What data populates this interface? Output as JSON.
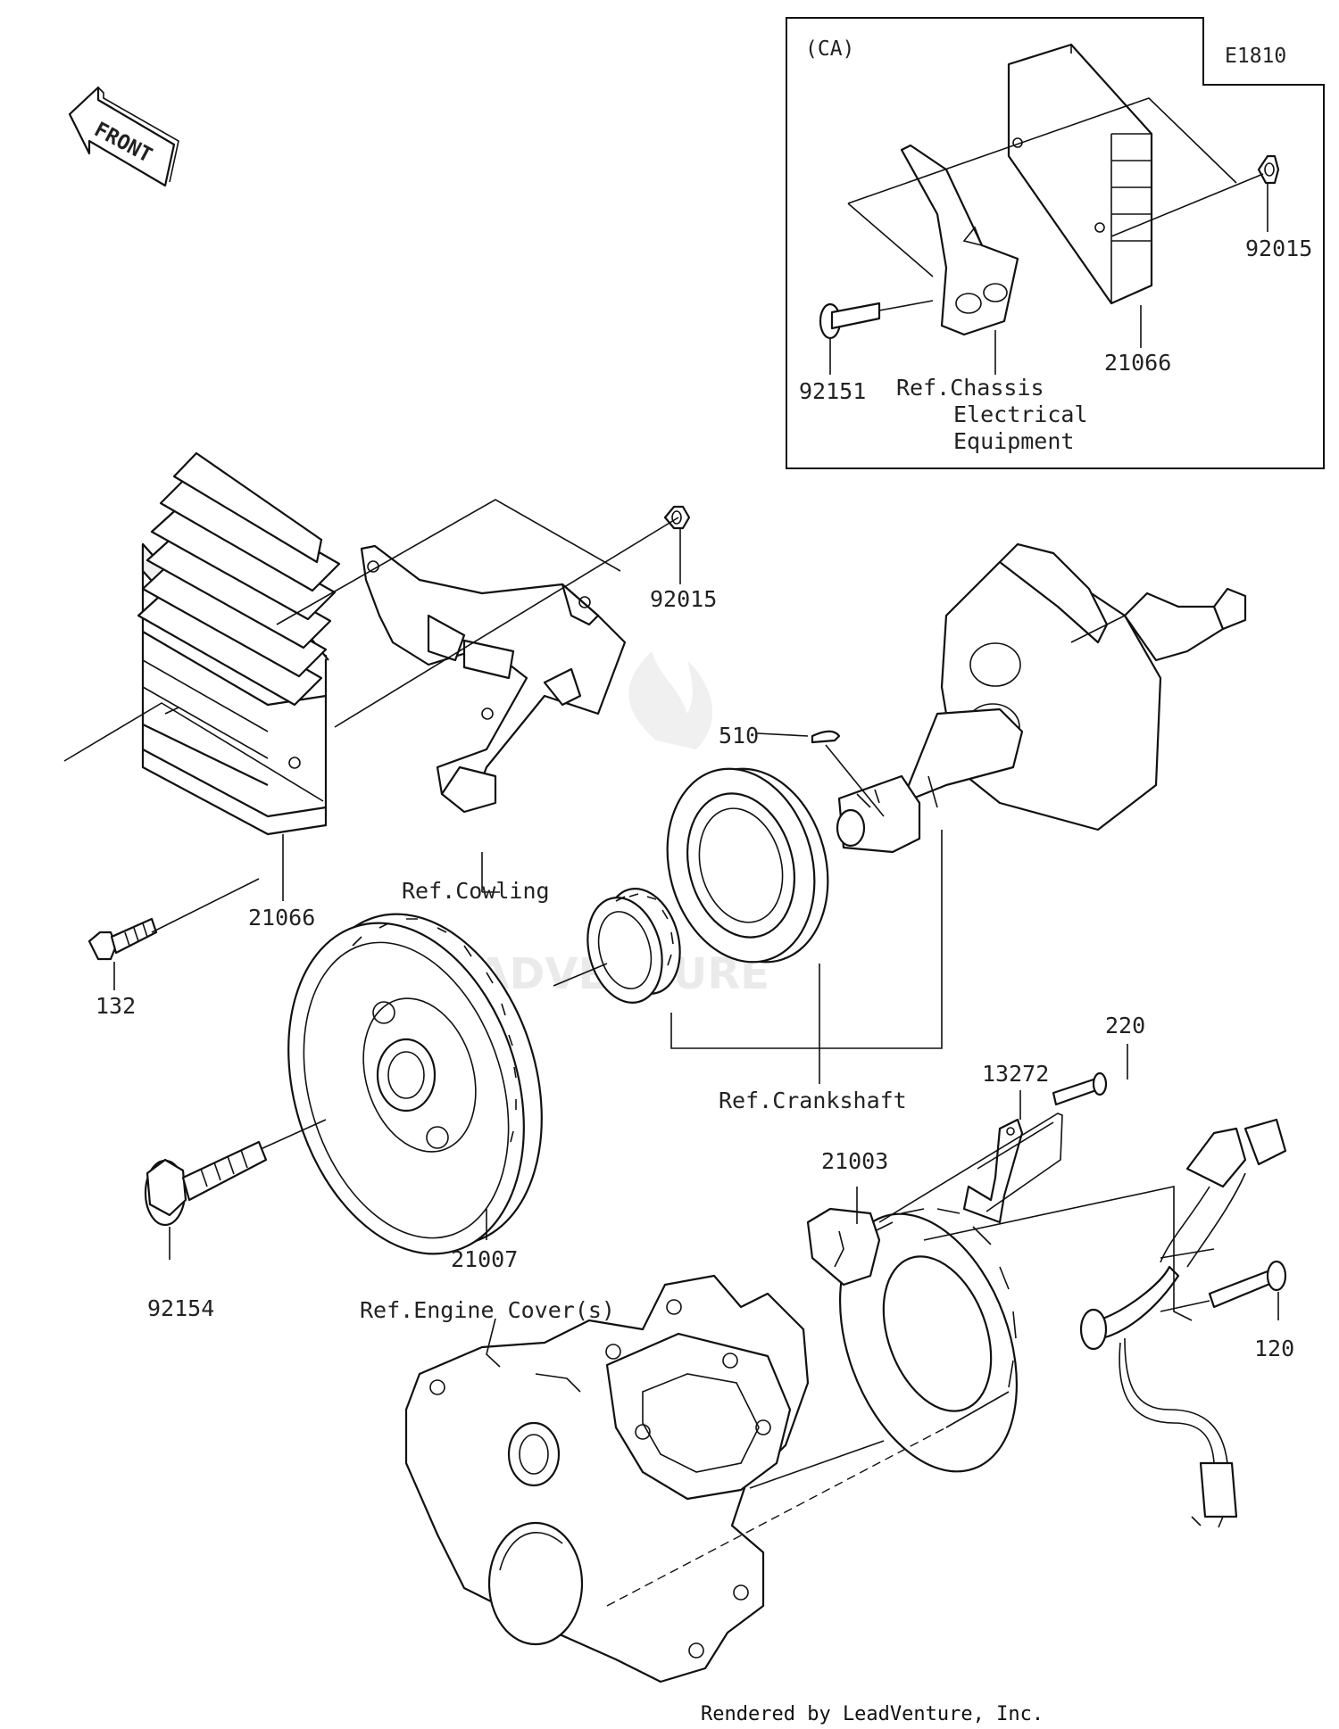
{
  "diagram_code": "E1810",
  "inset_tag": "(CA)",
  "front_label": "FRONT",
  "footer": "Rendered by LeadVenture, Inc.",
  "watermark": "LEADVENTURE",
  "parts": {
    "inset_nut": "92015",
    "inset_bolt": "92151",
    "inset_regulator": "21066",
    "inset_ref_line1": "Ref.Chassis",
    "inset_ref_line2": "Electrical",
    "inset_ref_line3": "Equipment",
    "nut": "92015",
    "key": "510",
    "bolt_132": "132",
    "regulator": "21066",
    "ref_cowling": "Ref.Cowling",
    "ref_crankshaft": "Ref.Crankshaft",
    "bolt_220": "220",
    "bracket": "13272",
    "stator": "21003",
    "rotor": "21007",
    "flange_bolt": "92154",
    "ref_engine_cover": "Ref.Engine Cover(s)",
    "bolt_120": "120"
  }
}
